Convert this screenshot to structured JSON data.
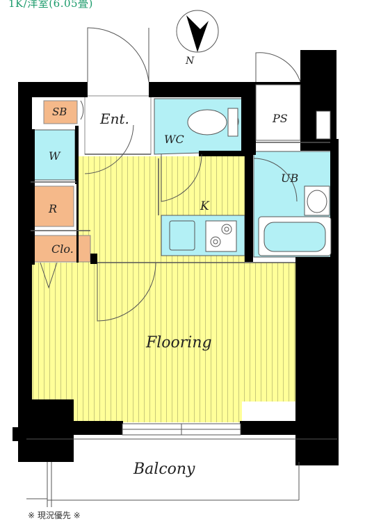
{
  "header": {
    "layout_label": "1K/洋室(6.05畳)"
  },
  "footer": {
    "note": "※ 現況優先 ※"
  },
  "compass": {
    "north_label": "N"
  },
  "rooms": {
    "sb": "SB",
    "entrance": "Ent.",
    "wc": "WC",
    "ps": "PS",
    "w": "W",
    "ub": "UB",
    "k": "K",
    "r": "R",
    "clo": "Clo.",
    "flooring": "Flooring",
    "balcony": "Balcony"
  },
  "colors": {
    "wall": "#000000",
    "flooring": "#ffff99",
    "flooring_stripe": "#c8c87a",
    "wet_area": "#b3f0f5",
    "storage": "#f5b98a",
    "header_text": "#1a9a6a"
  }
}
